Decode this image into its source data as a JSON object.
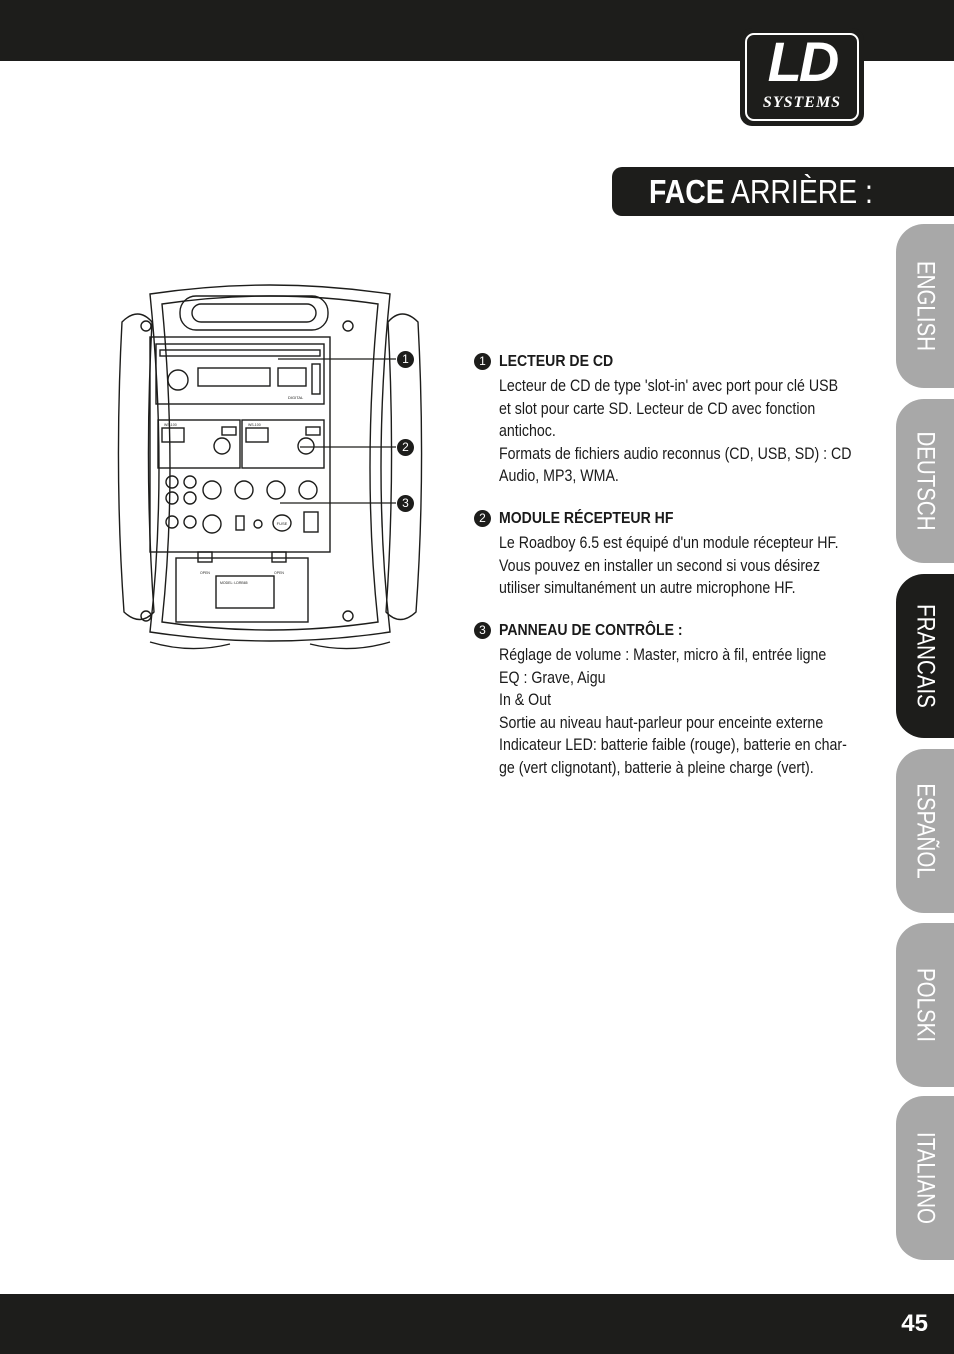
{
  "header": {
    "logo": {
      "main": "LD",
      "sub": "SYSTEMS"
    },
    "title_bold": "FACE",
    "title_rest": " ARRIÈRE :"
  },
  "languages": [
    {
      "label": "ENGLISH",
      "active": false
    },
    {
      "label": "DEUTSCH",
      "active": false
    },
    {
      "label": "FRANCAIS",
      "active": true
    },
    {
      "label": "ESPAÑOL",
      "active": false
    },
    {
      "label": "POLSKI",
      "active": false
    },
    {
      "label": "ITALIANO",
      "active": false
    }
  ],
  "device": {
    "callouts": [
      "1",
      "2",
      "3"
    ],
    "receiver_brand": "WS-100",
    "fuse_label": "FUSE",
    "open_label": "OPEN",
    "cd_brand": "DIGITAL",
    "battery_model": "MODEL: LDRB65"
  },
  "sections": [
    {
      "num": "1",
      "title": "LECTEUR DE CD",
      "lines": [
        "Lecteur de CD de type 'slot-in' avec port pour clé USB",
        "et slot pour carte SD. Lecteur de CD avec fonction",
        "antichoc.",
        "Formats de fichiers audio reconnus (CD, USB, SD) :  CD",
        "Audio, MP3, WMA."
      ]
    },
    {
      "num": "2",
      "title": "MODULE RÉCEPTEUR HF",
      "lines": [
        "Le Roadboy 6.5 est équipé d'un module récepteur HF.",
        "Vous pouvez en installer un second si vous désirez",
        "utiliser simultanément un autre microphone HF."
      ]
    },
    {
      "num": "3",
      "title": "PANNEAU DE CONTRÔLE :",
      "lines": [
        "Réglage de volume : Master, micro à fil, entrée ligne",
        "EQ : Grave, Aigu",
        "In & Out",
        "Sortie au niveau haut-parleur pour enceinte externe",
        "Indicateur LED: batterie faible (rouge), batterie en char-",
        "ge (vert clignotant), batterie à pleine charge (vert)."
      ]
    }
  ],
  "footer": {
    "page_number": "45"
  }
}
